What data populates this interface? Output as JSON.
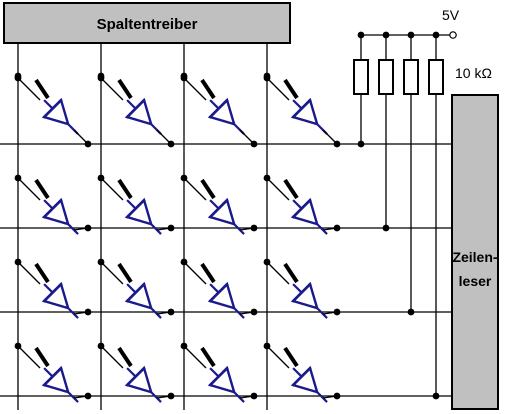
{
  "labels": {
    "column_driver": "Spaltentreiber",
    "voltage": "5V",
    "resistance": "10 kΩ",
    "row_reader_line1": "Zeilen-",
    "row_reader_line2": "leser"
  },
  "matrix": {
    "rows": 4,
    "columns": 4,
    "resistor_count": 4
  },
  "colors": {
    "wire": "#000000",
    "diode": "#1a1a8c",
    "block_fill": "#c0c0c0",
    "block_stroke": "#000000"
  }
}
